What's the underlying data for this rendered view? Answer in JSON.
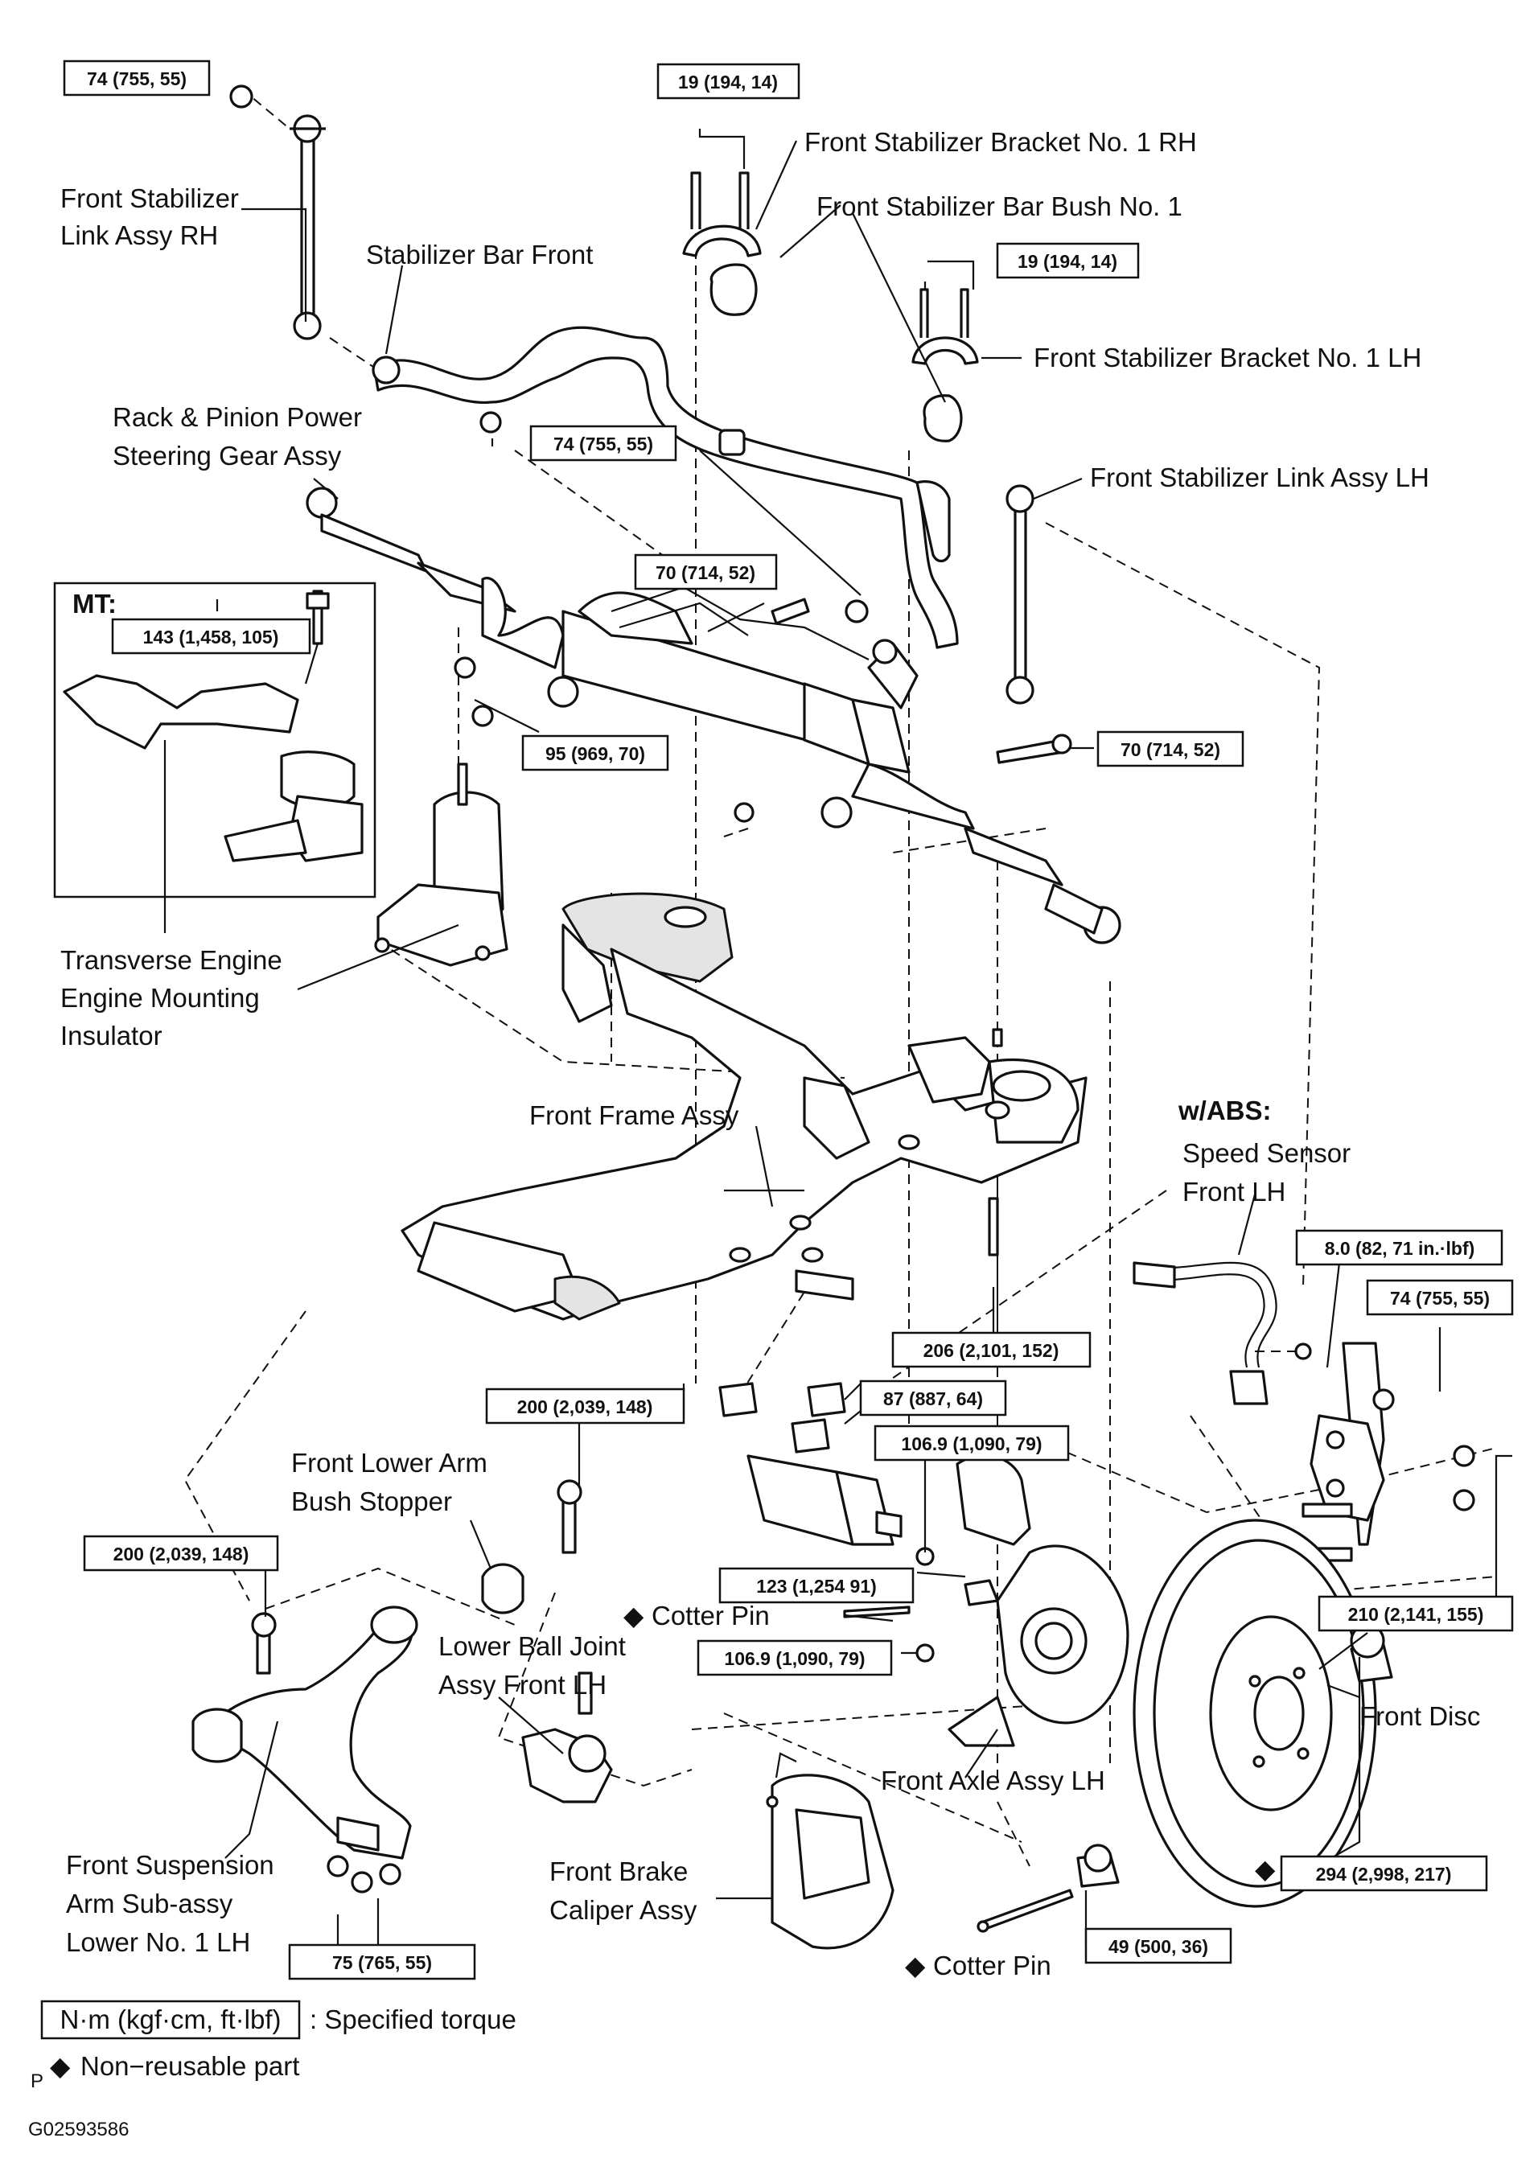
{
  "labels": {
    "link_rh": [
      "Front Stabilizer",
      "Link Assy RH"
    ],
    "bar_front": "Stabilizer Bar Front",
    "bracket_rh": "Front Stabilizer Bracket No. 1 RH",
    "bar_bush": "Front Stabilizer Bar Bush No. 1",
    "bracket_lh": "Front Stabilizer Bracket No. 1 LH",
    "link_lh": "Front Stabilizer Link Assy LH",
    "rack": [
      "Rack & Pinion Power",
      "Steering Gear Assy"
    ],
    "mt": "MT:",
    "mount": [
      "Transverse Engine",
      "Engine Mounting",
      "Insulator"
    ],
    "frame": "Front Frame Assy",
    "abs": "w/ABS:",
    "speed": [
      "Speed Sensor",
      "Front LH"
    ],
    "bush_stopper": [
      "Front Lower Arm",
      "Bush Stopper"
    ],
    "ball_joint": [
      "Lower Ball Joint",
      "Assy Front LH"
    ],
    "cotter1": "Cotter Pin",
    "cotter2": "Cotter Pin",
    "axle": "Front Axle Assy LH",
    "disc": "Front Disc",
    "caliper": [
      "Front Brake",
      "Caliper Assy"
    ],
    "susp_arm": [
      "Front Suspension",
      "Arm Sub-assy",
      "Lower No. 1 LH"
    ]
  },
  "torques": {
    "t_link_rh_top": "74 (755, 55)",
    "t_bracket_rh": "19 (194, 14)",
    "t_bracket_lh": "19 (194, 14)",
    "t_link_rh_bottom": "74 (755, 55)",
    "t_rack_bolt_rh": "70 (714, 52)",
    "t_mt": "143 (1,458, 105)",
    "t_rack_nut": "95 (969, 70)",
    "t_rack_bolt_lh": "70 (714, 52)",
    "t_frame_rear": "206 (2,101, 152)",
    "t_abs": "8.0 (82, 71 in.·lbf)",
    "t_link_lh": "74 (755, 55)",
    "t_frame_nut": "87 (887, 64)",
    "t_arm_front": "200 (2,039, 148)",
    "t_arm_rear": "200 (2,039, 148)",
    "t_strut": "106.9 (1,090, 79)",
    "t_ball": "123 (1,254 91)",
    "t_caliper_bolt": "106.9 (1,090, 79)",
    "t_knuckle": "210 (2,141, 155)",
    "t_hub_nut": "294 (2,998, 217)",
    "t_tie_rod": "49 (500, 36)",
    "t_ball_nut": "75 (765, 55)"
  },
  "legend": {
    "unit_box": "N·m (kgf·cm, ft·lbf)",
    "unit_desc": ": Specified torque",
    "nonreuse_mark": "◆",
    "nonreuse_desc": "Non−reusable part",
    "p_mark": "P"
  },
  "figure_code": "G02593586"
}
